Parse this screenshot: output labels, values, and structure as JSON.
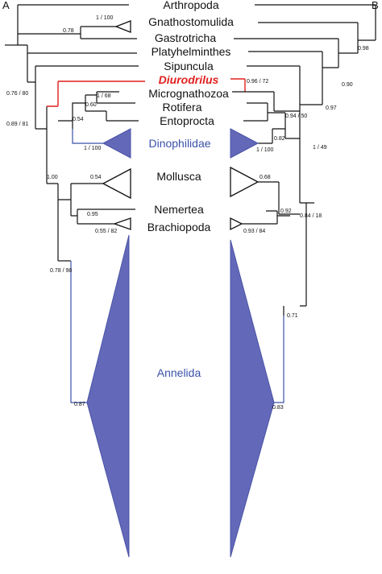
{
  "panels": {
    "left": "A",
    "right": "B"
  },
  "taxa": {
    "arthropoda": "Arthropoda",
    "gnathostomulida": "Gnathostomulida",
    "gastrotricha": "Gastrotricha",
    "platyhelminthes": "Platyhelminthes",
    "sipuncula": "Sipuncula",
    "diurodrilus": "Diurodrilus",
    "micrognathozoa": "Micrognathozoa",
    "rotifera": "Rotifera",
    "entoprocta": "Entoprocta",
    "dinophilidae": "Dinophilidae",
    "mollusca": "Mollusca",
    "nemertea": "Nemertea",
    "brachiopoda": "Brachiopoda",
    "annelida": "Annelida"
  },
  "support_left": {
    "gnath": "1 / 100",
    "gnath_gastro": "0.78",
    "base": "0.76 / 80",
    "node2": "0.89 / 81",
    "micro_roti": "1 / 68",
    "micro_ento": "0.60",
    "gnathifera_dino": "0.54",
    "dinophilidae": "1 / 100",
    "node_root_in": "1.00",
    "mollusca": "0.54",
    "nem_brach": "0.95",
    "brachiopoda": "0.55 / 82",
    "spiralia": "0.78 / 98",
    "annelida": "0.87"
  },
  "support_right": {
    "b1": "0.98",
    "b2": "0.90",
    "b3": "0.97",
    "diuro": "0.96 / 72",
    "roti_ento": "0.94 / 50",
    "dino": "1 / 100",
    "ento_dino": "0.82",
    "b4": "1 / 49",
    "mollusca": "0.68",
    "nem_brach": "0.92",
    "brachiopoda": "0.93 / 84",
    "b5": "0.84 / 18",
    "annelida_stem": "0.71",
    "annelida": "0.83"
  }
}
